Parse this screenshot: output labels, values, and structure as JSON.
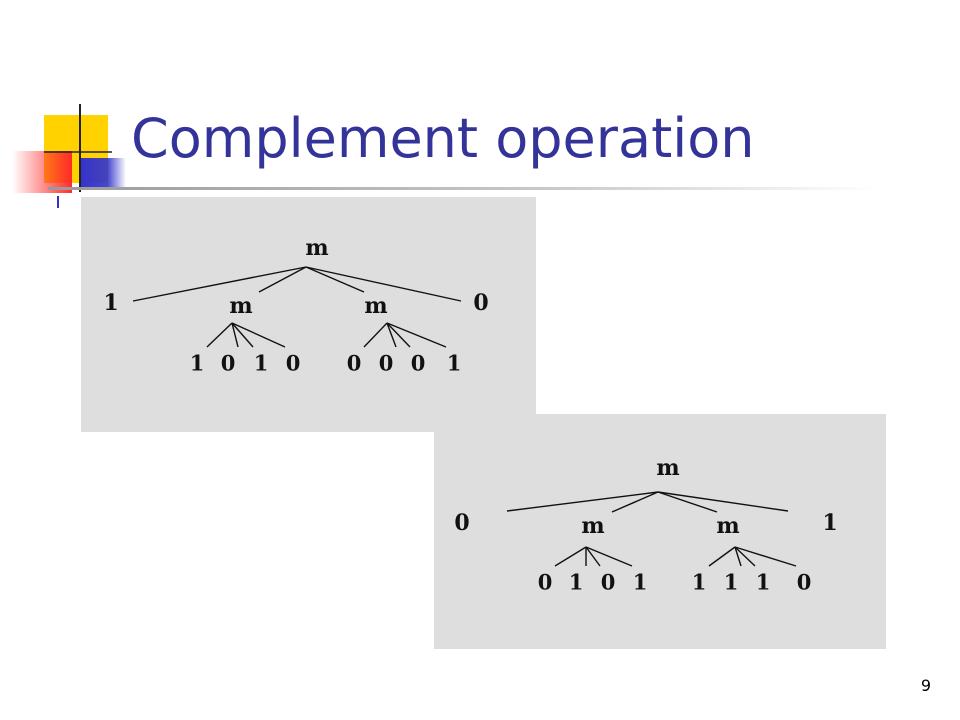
{
  "slide": {
    "title": "Complement operation",
    "number": "9"
  },
  "colors": {
    "title": "#333399",
    "panel": "#dedede",
    "accent_yellow": "#ffd200",
    "accent_blue": "#3333cc",
    "accent_red": "#ff4040"
  },
  "trees": [
    {
      "root": "m",
      "children": [
        {
          "label": "1"
        },
        {
          "label": "m",
          "children": [
            "1",
            "0",
            "1",
            "0"
          ]
        },
        {
          "label": "m",
          "children": [
            "0",
            "0",
            "0",
            "1"
          ]
        },
        {
          "label": "0"
        }
      ]
    },
    {
      "root": "m",
      "children": [
        {
          "label": "0"
        },
        {
          "label": "m",
          "children": [
            "0",
            "1",
            "0",
            "1"
          ]
        },
        {
          "label": "m",
          "children": [
            "1",
            "1",
            "1",
            "0"
          ]
        },
        {
          "label": "1"
        }
      ]
    }
  ]
}
